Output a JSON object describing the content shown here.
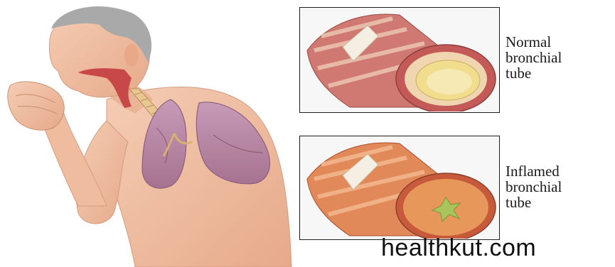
{
  "labels": {
    "normal": [
      "Normal",
      "bronchial",
      "tube"
    ],
    "inflamed": [
      "Inflamed",
      "bronchial",
      "tube"
    ]
  },
  "watermark": "healthkut.com",
  "colors": {
    "skin": "#f2c3a8",
    "lung": "#b984a6",
    "muscle": "#c9605c",
    "inflamed_wall": "#e58a47",
    "mucus": "#a8c45a",
    "normal_lumen": "#f2e39a"
  }
}
